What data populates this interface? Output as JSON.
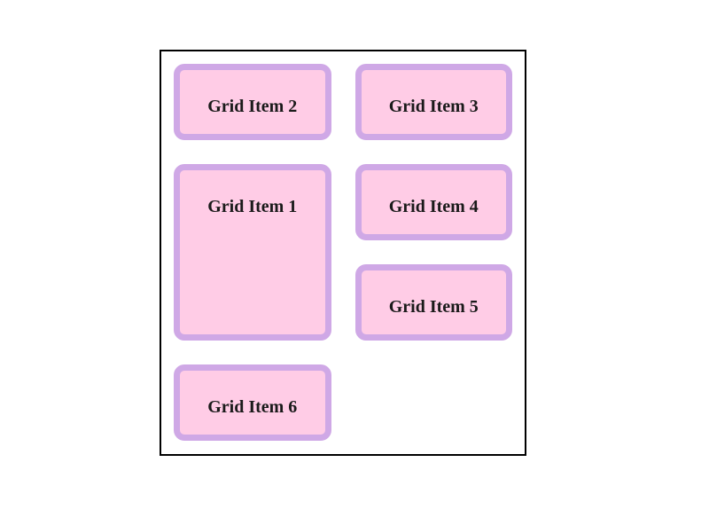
{
  "grid": {
    "items": [
      {
        "label": "Grid Item 1"
      },
      {
        "label": "Grid Item 2"
      },
      {
        "label": "Grid Item 3"
      },
      {
        "label": "Grid Item 4"
      },
      {
        "label": "Grid Item 5"
      },
      {
        "label": "Grid Item 6"
      }
    ],
    "colors": {
      "item_background": "#ffcce6",
      "item_border": "#cfa8e6",
      "container_border": "#000000",
      "label_text": "#1a1a1a"
    }
  }
}
